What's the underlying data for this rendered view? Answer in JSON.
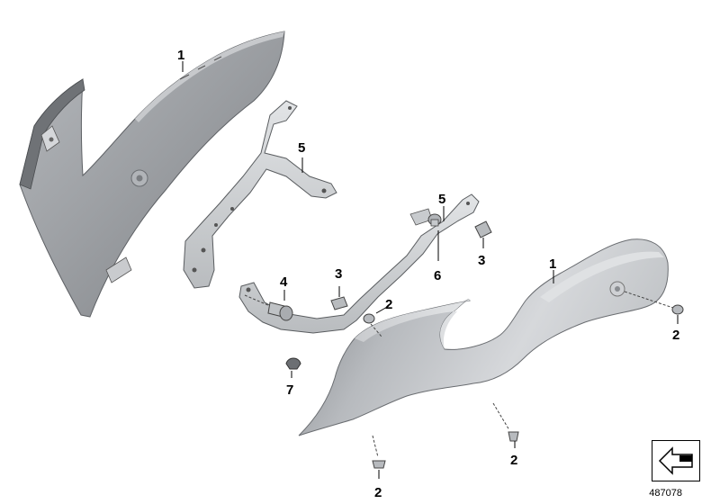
{
  "diagram": {
    "reference_number": "487078",
    "callouts": [
      {
        "id": "c1a",
        "label": "1"
      },
      {
        "id": "c5a",
        "label": "5"
      },
      {
        "id": "c5b",
        "label": "5"
      },
      {
        "id": "c6",
        "label": "6"
      },
      {
        "id": "c3a",
        "label": "3"
      },
      {
        "id": "c3b",
        "label": "3"
      },
      {
        "id": "c1b",
        "label": "1"
      },
      {
        "id": "c4",
        "label": "4"
      },
      {
        "id": "c2a",
        "label": "2"
      },
      {
        "id": "c2b",
        "label": "2"
      },
      {
        "id": "c7",
        "label": "7"
      },
      {
        "id": "c2c",
        "label": "2"
      },
      {
        "id": "c2d",
        "label": "2"
      }
    ],
    "colors": {
      "panel_dark": "#8c8f93",
      "panel_light": "#d9dbde",
      "bracket": "#c4c7ca",
      "outline": "#3a3a3a"
    }
  }
}
